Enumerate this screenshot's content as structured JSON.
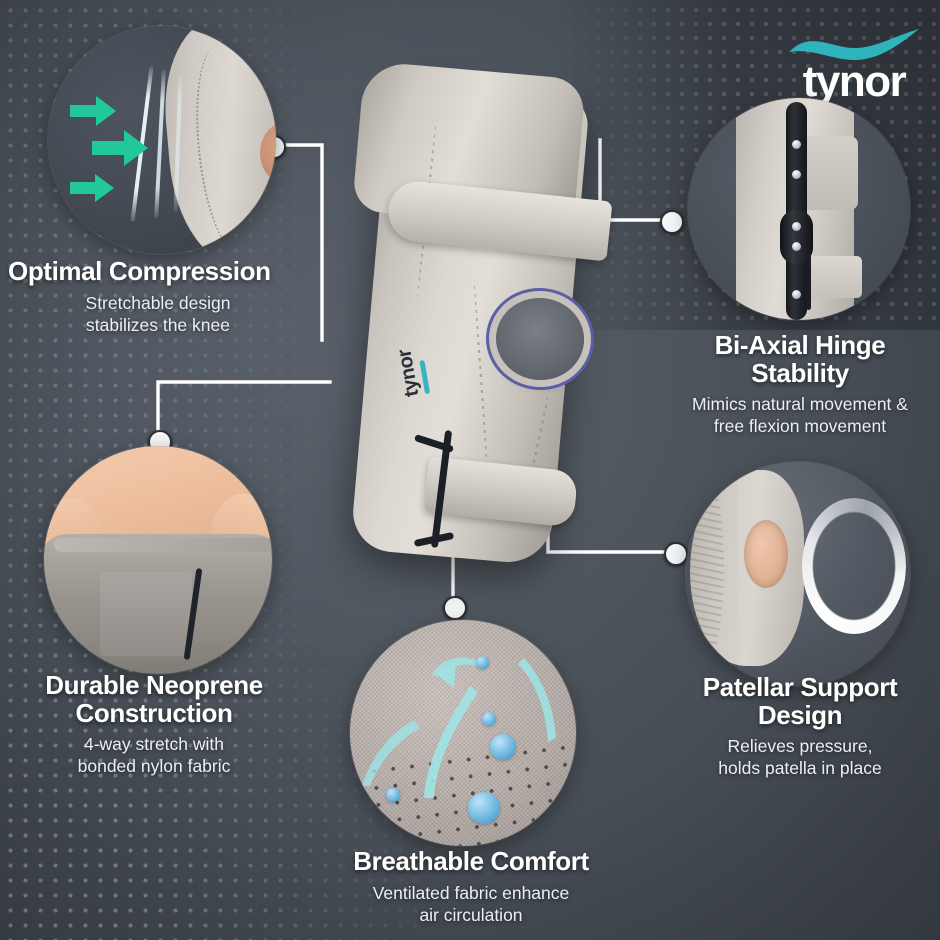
{
  "brand": {
    "name": "tynor",
    "logo_icon": "tynor-wave-icon",
    "wave_color": "#2fb3bd",
    "text_color": "#ffffff"
  },
  "theme": {
    "background": "#4b525b",
    "accent_teal": "#2fb3bd",
    "arrow_green": "#21c99a",
    "connector": "#ffffff",
    "title_color": "#ffffff",
    "desc_color": "#eceff2"
  },
  "product": {
    "name": "tynor",
    "type": "hinged-knee-brace",
    "brand_mark": "tynor"
  },
  "features": [
    {
      "id": "optimal-compression",
      "title": "Optimal Compression",
      "desc": "Stretchable design\nstabilizes the knee",
      "align": "left",
      "image_icon": "compression-arrows-icon",
      "arrow_count": 3
    },
    {
      "id": "bi-axial-hinge-stability",
      "title": "Bi-Axial Hinge\nStability",
      "desc": "Mimics natural movement &\nfree flexion movement",
      "align": "center",
      "image_icon": "hinge-bar-icon"
    },
    {
      "id": "durable-neoprene-construction",
      "title": "Durable Neoprene\nConstruction",
      "desc": "4-way stretch with\nbonded nylon fabric",
      "align": "center",
      "image_icon": "fabric-stretch-icon"
    },
    {
      "id": "patellar-support-design",
      "title": "Patellar Support\nDesign",
      "desc": "Relieves pressure,\nholds patella in place",
      "align": "center",
      "image_icon": "patella-ring-icon"
    },
    {
      "id": "breathable-comfort",
      "title": "Breathable Comfort",
      "desc": "Ventilated fabric enhance\nair circulation",
      "align": "center",
      "image_icon": "airflow-mesh-icon"
    }
  ]
}
